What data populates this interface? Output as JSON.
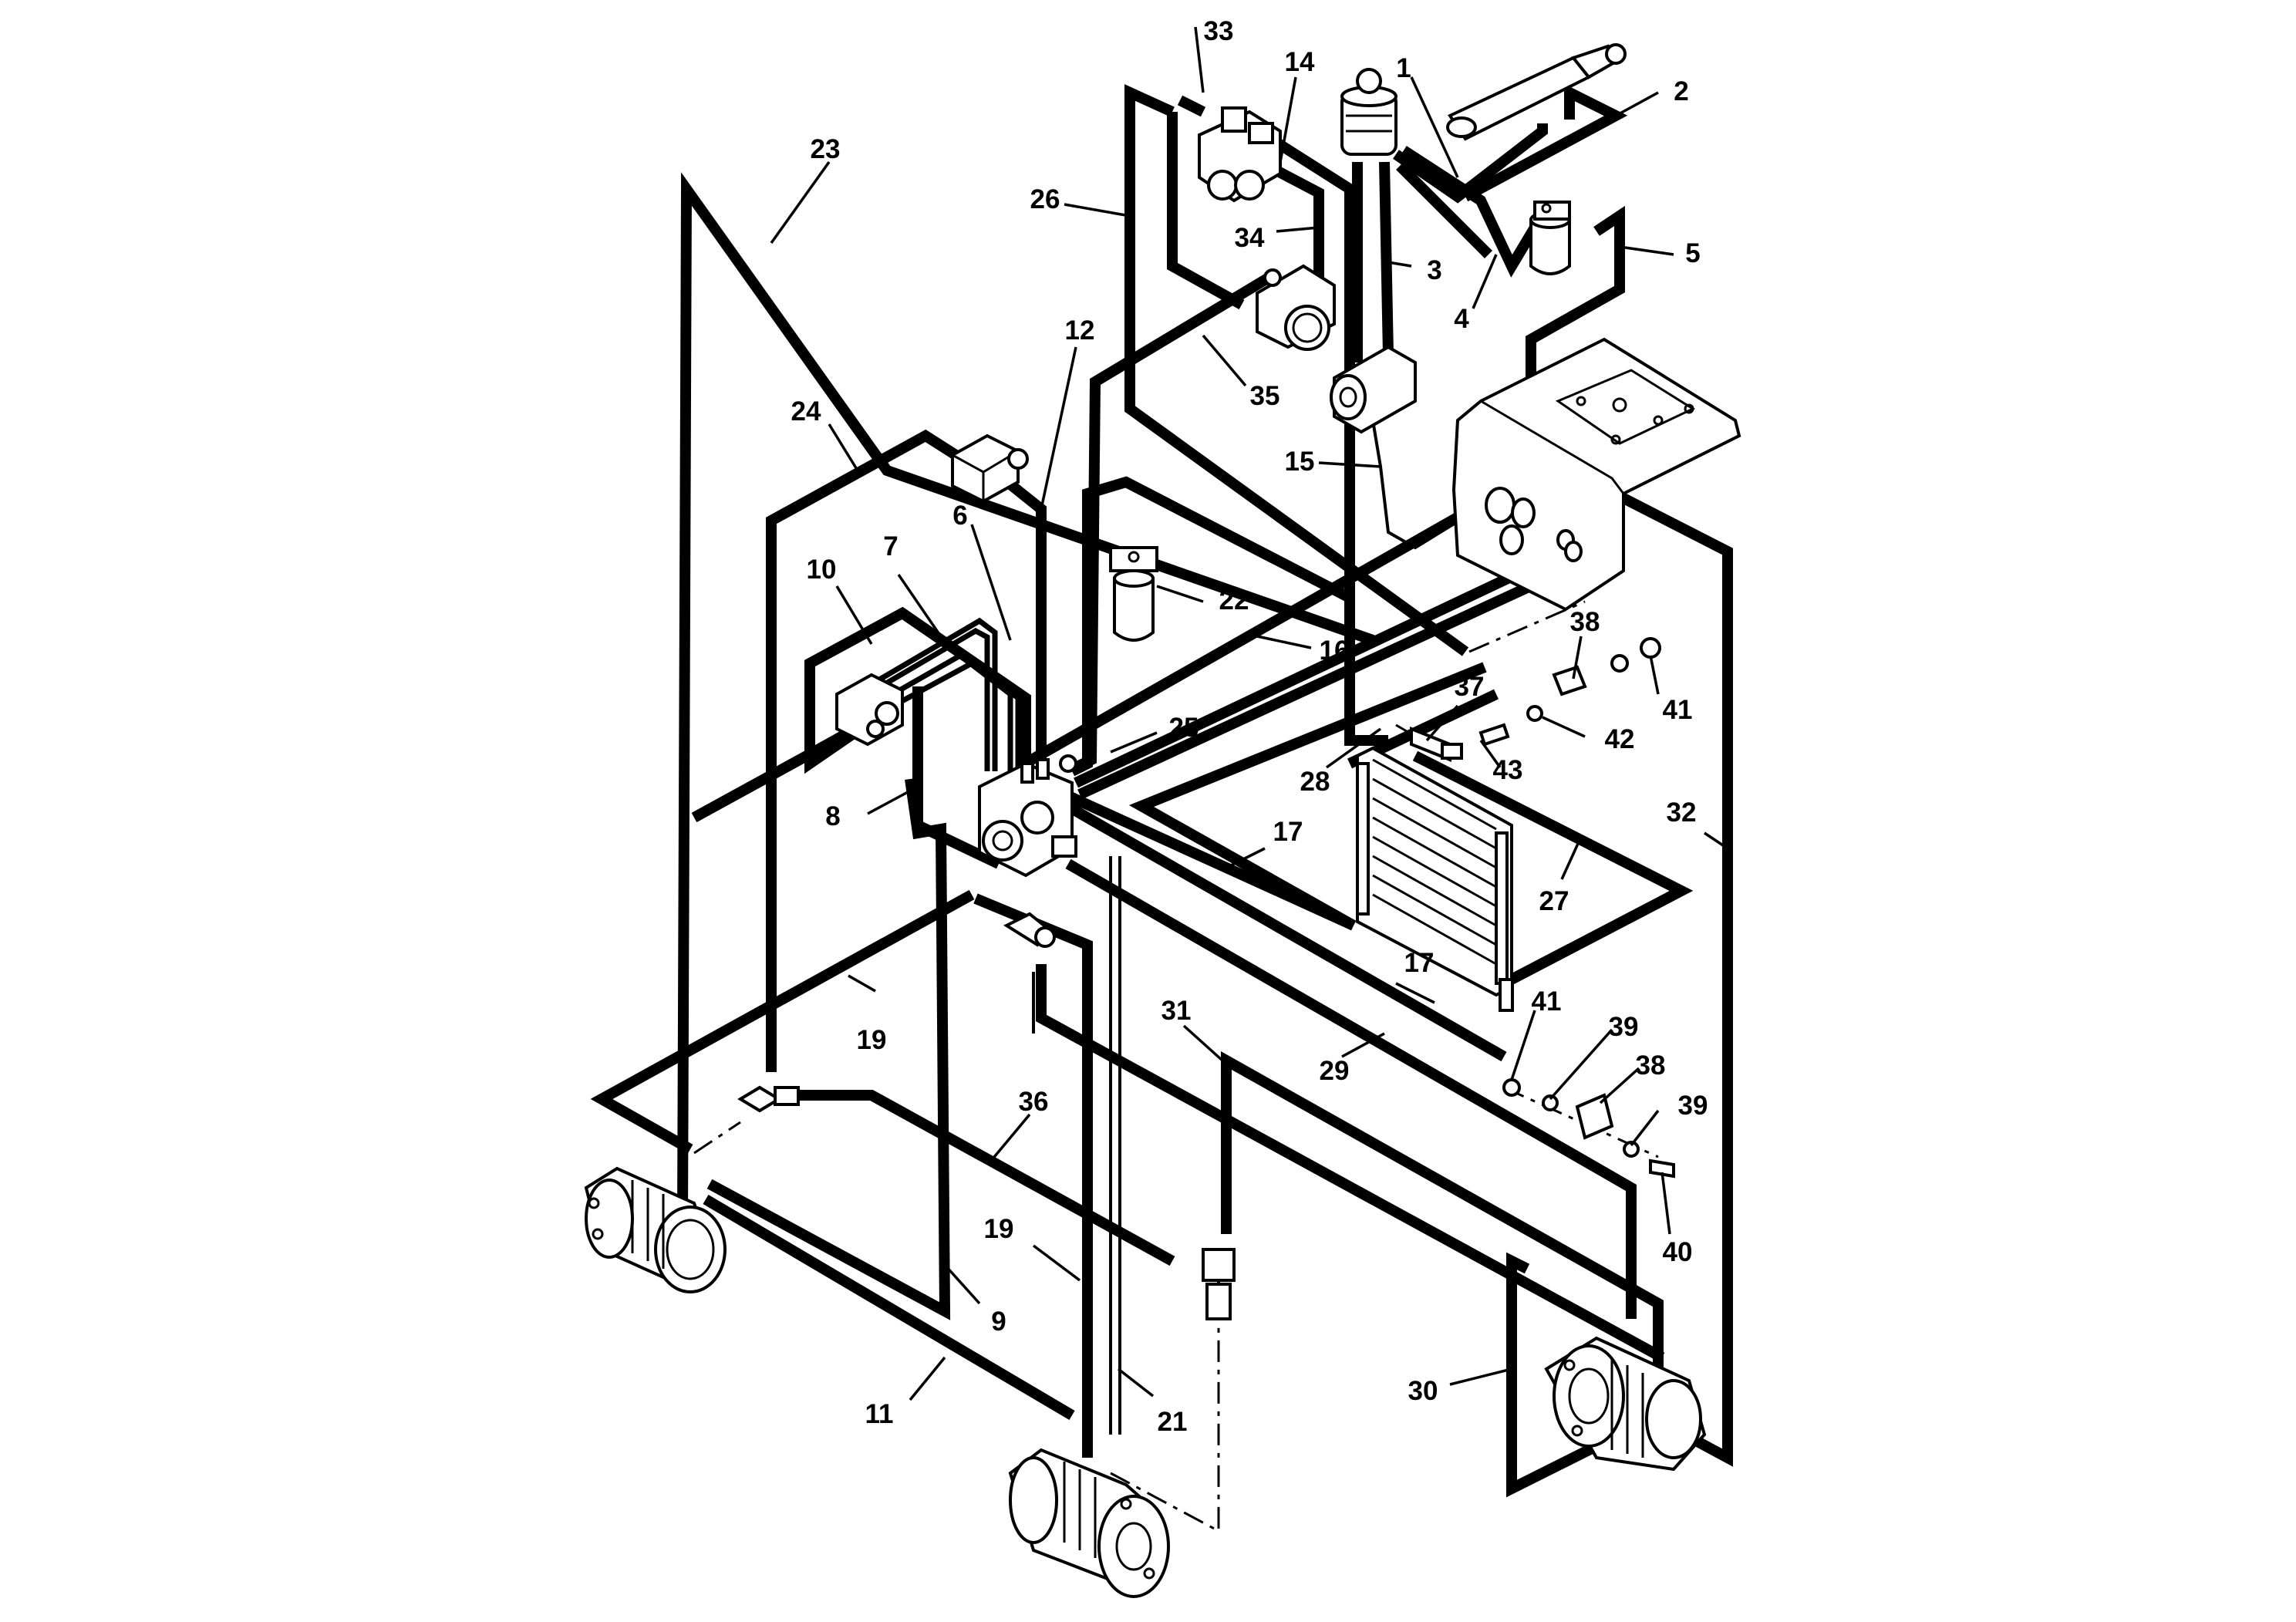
{
  "callouts": [
    {
      "id": "c1",
      "text": "1"
    },
    {
      "id": "c2",
      "text": "2"
    },
    {
      "id": "c3",
      "text": "3"
    },
    {
      "id": "c4",
      "text": "4"
    },
    {
      "id": "c5",
      "text": "5"
    },
    {
      "id": "c6",
      "text": "6"
    },
    {
      "id": "c7",
      "text": "7"
    },
    {
      "id": "c8",
      "text": "8"
    },
    {
      "id": "c9",
      "text": "9"
    },
    {
      "id": "c10",
      "text": "10"
    },
    {
      "id": "c11",
      "text": "11"
    },
    {
      "id": "c12",
      "text": "12"
    },
    {
      "id": "c14",
      "text": "14"
    },
    {
      "id": "c15",
      "text": "15"
    },
    {
      "id": "c16",
      "text": "16"
    },
    {
      "id": "c17a",
      "text": "17"
    },
    {
      "id": "c17b",
      "text": "17"
    },
    {
      "id": "c19a",
      "text": "19"
    },
    {
      "id": "c19b",
      "text": "19"
    },
    {
      "id": "c21",
      "text": "21"
    },
    {
      "id": "c22",
      "text": "22"
    },
    {
      "id": "c23",
      "text": "23"
    },
    {
      "id": "c24",
      "text": "24"
    },
    {
      "id": "c25",
      "text": "25"
    },
    {
      "id": "c26",
      "text": "26"
    },
    {
      "id": "c27",
      "text": "27"
    },
    {
      "id": "c28",
      "text": "28"
    },
    {
      "id": "c29",
      "text": "29"
    },
    {
      "id": "c30",
      "text": "30"
    },
    {
      "id": "c31",
      "text": "31"
    },
    {
      "id": "c32",
      "text": "32"
    },
    {
      "id": "c33",
      "text": "33"
    },
    {
      "id": "c34",
      "text": "34"
    },
    {
      "id": "c35",
      "text": "35"
    },
    {
      "id": "c36",
      "text": "36"
    },
    {
      "id": "c37",
      "text": "37"
    },
    {
      "id": "c38a",
      "text": "38"
    },
    {
      "id": "c38b",
      "text": "38"
    },
    {
      "id": "c39a",
      "text": "39"
    },
    {
      "id": "c39b",
      "text": "39"
    },
    {
      "id": "c40",
      "text": "40"
    },
    {
      "id": "c41a",
      "text": "41"
    },
    {
      "id": "c41b",
      "text": "41"
    },
    {
      "id": "c42",
      "text": "42"
    },
    {
      "id": "c43",
      "text": "43"
    }
  ]
}
